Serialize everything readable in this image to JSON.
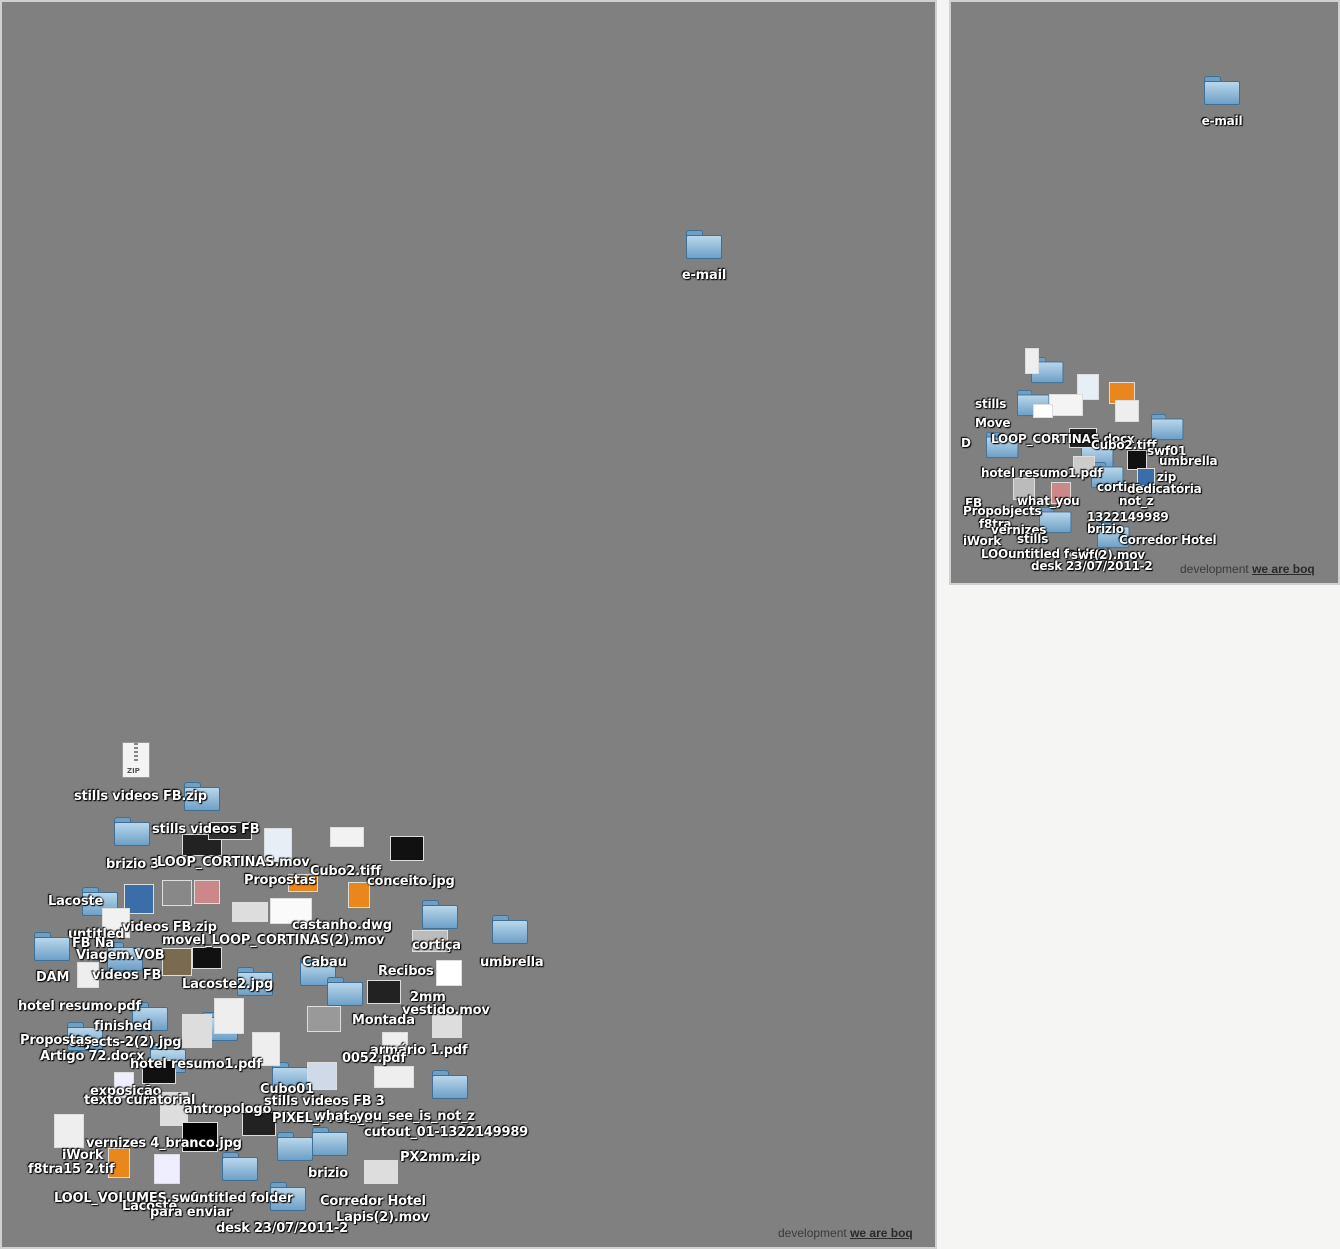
{
  "email_folder": {
    "label": "e-mail",
    "icon": "folder-icon"
  },
  "footer": {
    "prefix": "development",
    "link": "we are boq"
  },
  "colors": {
    "desktop": "#808080",
    "frame": "#d0d0d0",
    "page": "#f5f5f3",
    "folder": "#8ebbdc"
  },
  "main_labels": [
    "stills videos FB.zip",
    "stills videos FB",
    "brizio 3",
    "LOOP_CORTINAS.mov",
    "Cubo2.tiff",
    "Propostas",
    "conceito.jpg",
    "Lacoste",
    "untitled",
    "videos FB.zip",
    "movel_LOOP_CORTINAS(2).mov",
    "castanho.dwg",
    "cortiça",
    "umbrella",
    "FB Na",
    "Viagem.VOB",
    "Cabau",
    "Recibos",
    "DAM",
    "videos FB",
    "hotel resumo.pdf",
    "Lacoste2.jpg",
    "vestido.mov",
    "finished",
    "2mm",
    "armário 1.pdf",
    "Artigo 72.docx",
    "Montada",
    "objects-2(2).jpg",
    "0052.pdf",
    "Propostas",
    "exposição",
    "hotel resumo1.pdf",
    "Cubo01",
    "texto curatorial",
    "antropologo",
    "stills videos FB 3",
    "PIXEL_Preto_a",
    "what_you_see_is_not_z",
    "vernizes 4_branco.jpg",
    "f8tra15 2.tif",
    "cutout_01-1322149989",
    "PX2mm.zip",
    "iWork",
    "brizio",
    "LOOL_VOLUMES.swf",
    "untitled folder",
    "Corredor Hotel",
    "Lacoste",
    "para enviar",
    "Lapis(2).mov",
    "desk 23/07/2011-2"
  ],
  "mini_labels": [
    "stills",
    "Move",
    "D",
    "LOOP_CORTINAS.docx",
    "Cubo2.tiff",
    "swf01",
    "umbrella",
    "hotel resumo1.pdf",
    "zip",
    "cortiça",
    "dedicatória",
    "FB",
    "what_you",
    "not_z",
    "Propobjects",
    "1322149989",
    "f8tra",
    "vernizes",
    "brizio",
    "iWork",
    "stills",
    "Corredor Hotel",
    "LOOuntitled folder",
    "swf(2).mov",
    "desk 23/07/2011-2"
  ]
}
